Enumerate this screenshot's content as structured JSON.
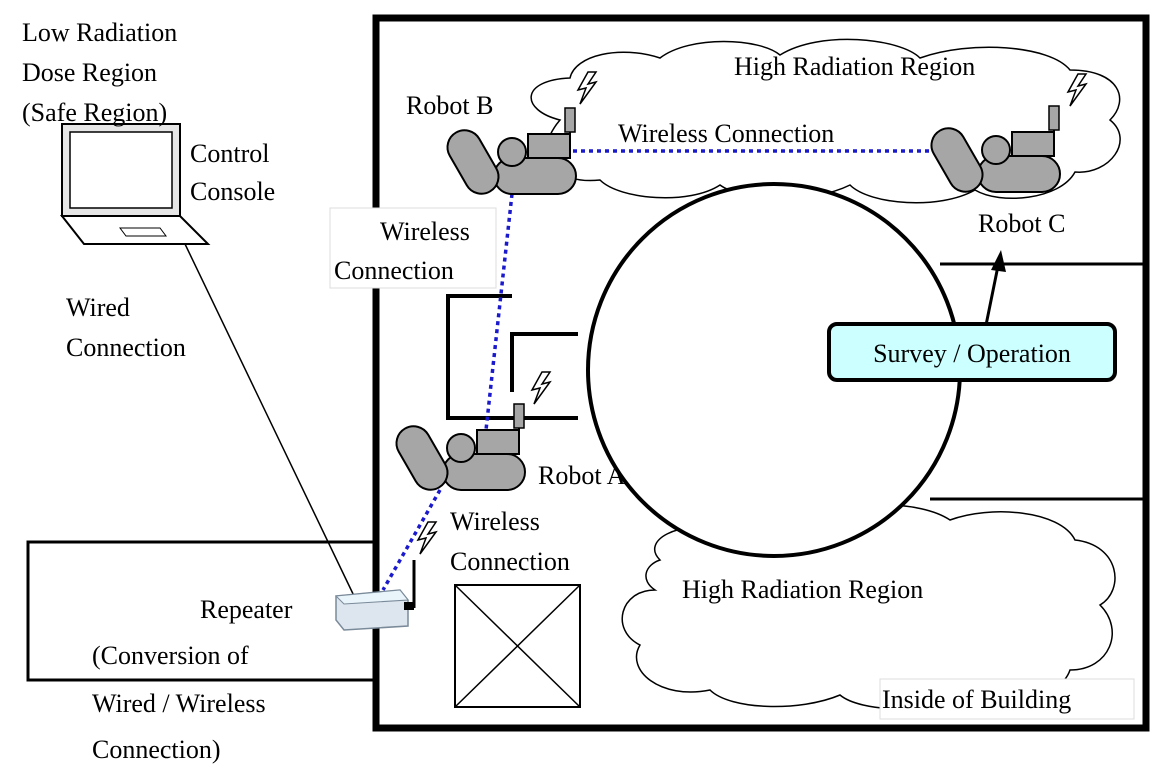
{
  "safe_region": {
    "line1": "Low Radiation",
    "line2": "Dose Region",
    "line3": "(Safe Region)"
  },
  "control_console": {
    "line1": "Control",
    "line2": "Console"
  },
  "wired": {
    "line1": "Wired",
    "line2": "Connection"
  },
  "wireless_ab": {
    "line1": "Wireless",
    "line2": "Connection"
  },
  "wireless_bc": "Wireless  Connection",
  "wireless_ra": {
    "line1": "Wireless",
    "line2": "Connection"
  },
  "high_radiation_top": "High Radiation Region",
  "high_radiation_bottom": "High Radiation Region",
  "robot_a": "Robot A",
  "robot_b": "Robot B",
  "robot_c": "Robot C",
  "survey": "Survey / Operation",
  "repeater": {
    "line1": "Repeater",
    "line2": "(Conversion of",
    "line3": "Wired / Wireless",
    "line4": "Connection)"
  },
  "inside_building": "Inside of Building",
  "colors": {
    "wireless_line": "#1a1acc",
    "survey_fill": "#ccffff",
    "robot_fill": "#a6a6a6",
    "repeater_fill": "#dde6ee"
  }
}
